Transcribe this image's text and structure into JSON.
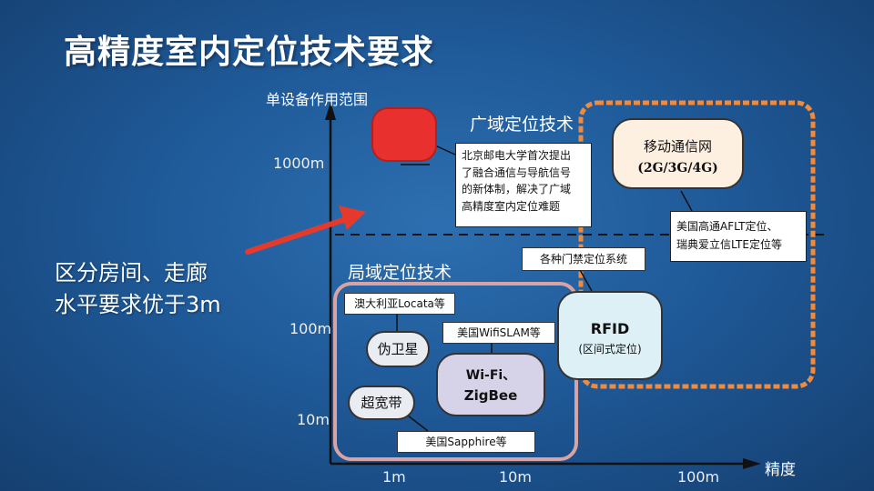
{
  "slide": {
    "title": "高精度室内定位技术要求",
    "y_axis_label": "单设备作用范围",
    "x_axis_label": "精度",
    "y_ticks": [
      "1000m",
      "100m",
      "10m"
    ],
    "x_ticks": [
      "1m",
      "10m",
      "100m"
    ],
    "wide_area_title": "广域定位技术",
    "local_area_title": "局域定位技术",
    "annotation_line1": "区分房间、走廊",
    "annotation_line2": "水平要求优于3m"
  },
  "boxes": {
    "bupt_note": [
      "北京邮电大学首次提出",
      "了融合通信与导航信号",
      "的新体制，解决了广域",
      "高精度室内定位难题"
    ],
    "mobile_network_line1": "移动通信网",
    "mobile_network_line2": "(2G/3G/4G)",
    "qualcomm_note_line1": "美国高通AFLT定位、",
    "qualcomm_note_line2": "瑞典爱立信LTE定位等",
    "access_control": "各种门禁定位系统",
    "rfid_line1": "RFID",
    "rfid_line2": "(区间式定位)",
    "locata": "澳大利亚Locata等",
    "pseudolite": "伪卫星",
    "wifislam": "美国WifiSLAM等",
    "wifi_line1": "Wi-Fi、",
    "wifi_line2": "ZigBee",
    "uwb": "超宽带",
    "sapphire": "美国Sapphire等"
  },
  "colors": {
    "red_block": "#e8312f",
    "orange_frame": "#f08a3c",
    "pink_frame": "#d9a3a3",
    "arrow": "#e53a2b",
    "mobile_box": "#fdf0e0",
    "rfid_box": "#ddf0f5",
    "wifi_box": "#d6d2e8",
    "pseudolite_box": "#e9ecf0"
  }
}
